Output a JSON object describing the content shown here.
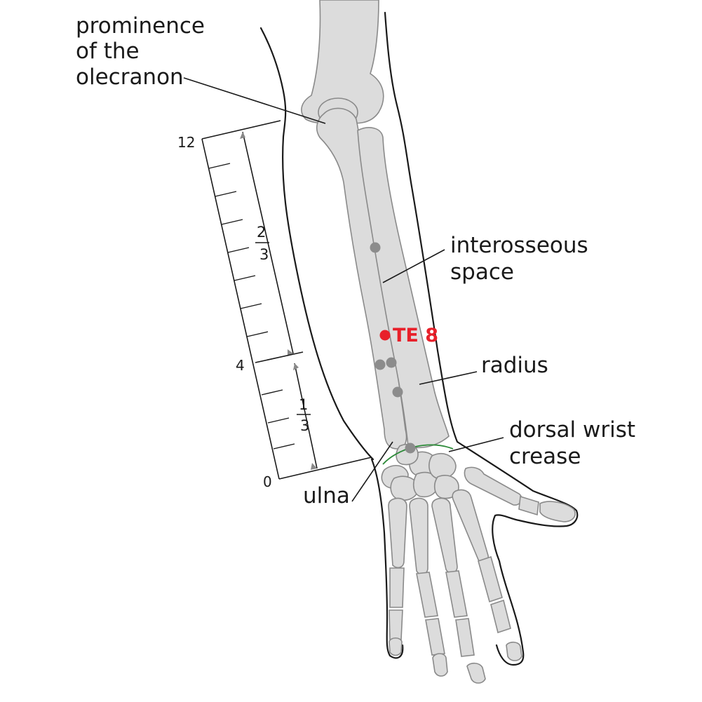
{
  "labels": {
    "olecranon": [
      "prominence",
      "of the",
      "olecranon"
    ],
    "interosseous": [
      "interosseous",
      "space"
    ],
    "radius": "radius",
    "dorsal_wrist_crease": [
      "dorsal wrist",
      "crease"
    ],
    "ulna": "ulna"
  },
  "scale": {
    "marks": [
      "12",
      "4",
      "0"
    ],
    "upper_fraction": {
      "numerator": "2",
      "denominator": "3"
    },
    "lower_fraction": {
      "numerator": "1",
      "denominator": "3"
    }
  },
  "highlight_point": {
    "label": "TE 8",
    "color": "#e8202a"
  },
  "colors": {
    "acupoint_gray": "#8c8c8c",
    "bone_fill": "#dcdcdc",
    "crease_line": "#2e8b3a"
  }
}
